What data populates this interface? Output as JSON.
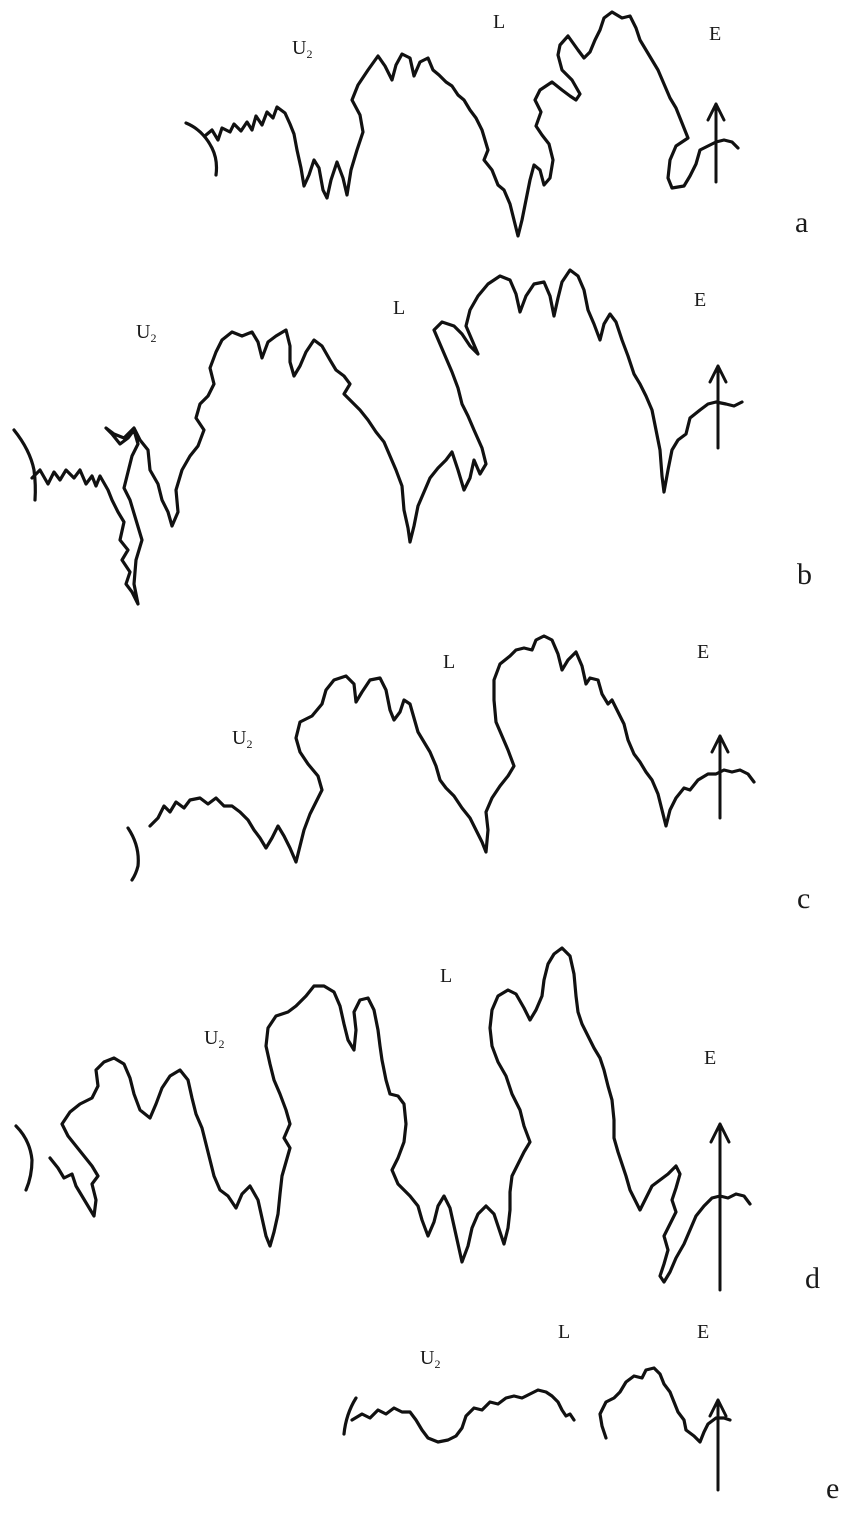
{
  "panels": [
    {
      "id": "a",
      "letter": "a",
      "saddle_labels": {
        "u2_base": "U",
        "u2_sub": "2",
        "l": "L",
        "e": "E"
      }
    },
    {
      "id": "b",
      "letter": "b",
      "saddle_labels": {
        "u2_base": "U",
        "u2_sub": "2",
        "l": "L",
        "e": "E"
      }
    },
    {
      "id": "c",
      "letter": "c",
      "saddle_labels": {
        "u2_base": "U",
        "u2_sub": "2",
        "l": "L",
        "e": "E"
      }
    },
    {
      "id": "d",
      "letter": "d",
      "saddle_labels": {
        "u2_base": "U",
        "u2_sub": "2",
        "l": "L",
        "e": "E"
      }
    },
    {
      "id": "e",
      "letter": "e",
      "saddle_labels": {
        "u2_base": "U",
        "u2_sub": "2",
        "l": "L",
        "e": "E"
      }
    }
  ]
}
